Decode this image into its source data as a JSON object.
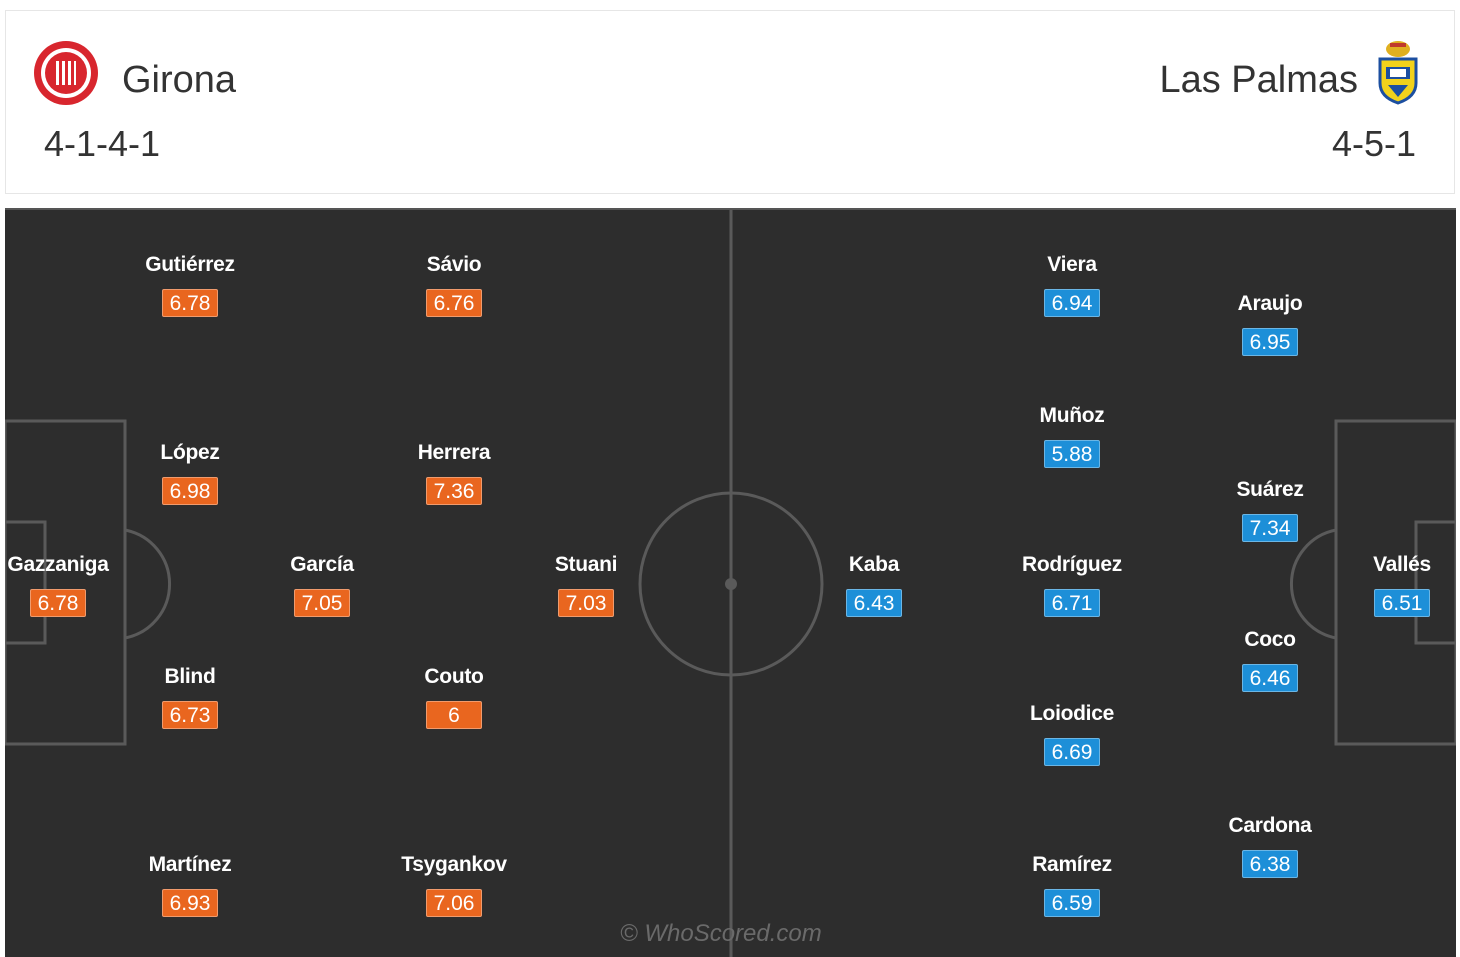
{
  "header": {
    "home_team": "Girona",
    "home_formation": "4-1-4-1",
    "away_team": "Las Palmas",
    "away_formation": "4-5-1"
  },
  "colors": {
    "home_rating": "#e9661f",
    "away_rating": "#1d8fd8",
    "pitch": "#2d2d2d",
    "pitch_lines": "#5a5a5a"
  },
  "icons": {
    "home_crest": "girona-crest-icon",
    "away_crest": "las-palmas-crest-icon"
  },
  "home_players": [
    {
      "name": "Gutiérrez",
      "rating": "6.78"
    },
    {
      "name": "Sávio",
      "rating": "6.76"
    },
    {
      "name": "López",
      "rating": "6.98"
    },
    {
      "name": "Herrera",
      "rating": "7.36"
    },
    {
      "name": "Gazzaniga",
      "rating": "6.78"
    },
    {
      "name": "García",
      "rating": "7.05"
    },
    {
      "name": "Stuani",
      "rating": "7.03"
    },
    {
      "name": "Blind",
      "rating": "6.73"
    },
    {
      "name": "Couto",
      "rating": "6"
    },
    {
      "name": "Martínez",
      "rating": "6.93"
    },
    {
      "name": "Tsygankov",
      "rating": "7.06"
    }
  ],
  "away_players": [
    {
      "name": "Viera",
      "rating": "6.94"
    },
    {
      "name": "Araujo",
      "rating": "6.95"
    },
    {
      "name": "Muñoz",
      "rating": "5.88"
    },
    {
      "name": "Suárez",
      "rating": "7.34"
    },
    {
      "name": "Kaba",
      "rating": "6.43"
    },
    {
      "name": "Rodríguez",
      "rating": "6.71"
    },
    {
      "name": "Vallés",
      "rating": "6.51"
    },
    {
      "name": "Coco",
      "rating": "6.46"
    },
    {
      "name": "Loiodice",
      "rating": "6.69"
    },
    {
      "name": "Cardona",
      "rating": "6.38"
    },
    {
      "name": "Ramírez",
      "rating": "6.59"
    }
  ],
  "watermark": "© WhoScored.com"
}
